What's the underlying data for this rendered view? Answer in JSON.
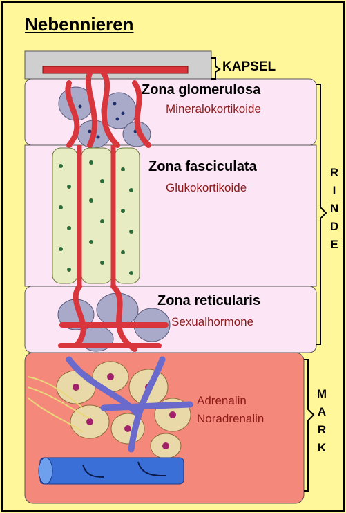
{
  "title": "Nebennieren",
  "capsule_label": "KAPSEL",
  "zones": [
    {
      "name": "Zona glomerulosa",
      "hormone": "Mineralokortikoide"
    },
    {
      "name": "Zona fasciculata",
      "hormone": "Glukokortikoide"
    },
    {
      "name": "Zona reticularis",
      "hormone": "Sexualhormone"
    }
  ],
  "cortex_label": [
    "R",
    "I",
    "N",
    "D",
    "E"
  ],
  "medulla_label": [
    "M",
    "A",
    "R",
    "K"
  ],
  "medulla_hormones": [
    "Adrenalin",
    "Noradrenalin"
  ],
  "colors": {
    "background": "#fff799",
    "cortex": "#fce6f5",
    "medulla": "#f4887a",
    "capsule": "#cfcfcf",
    "vessel": "#d8363c",
    "vein": "#3a6fd8",
    "cell": "#e8ecc2"
  }
}
